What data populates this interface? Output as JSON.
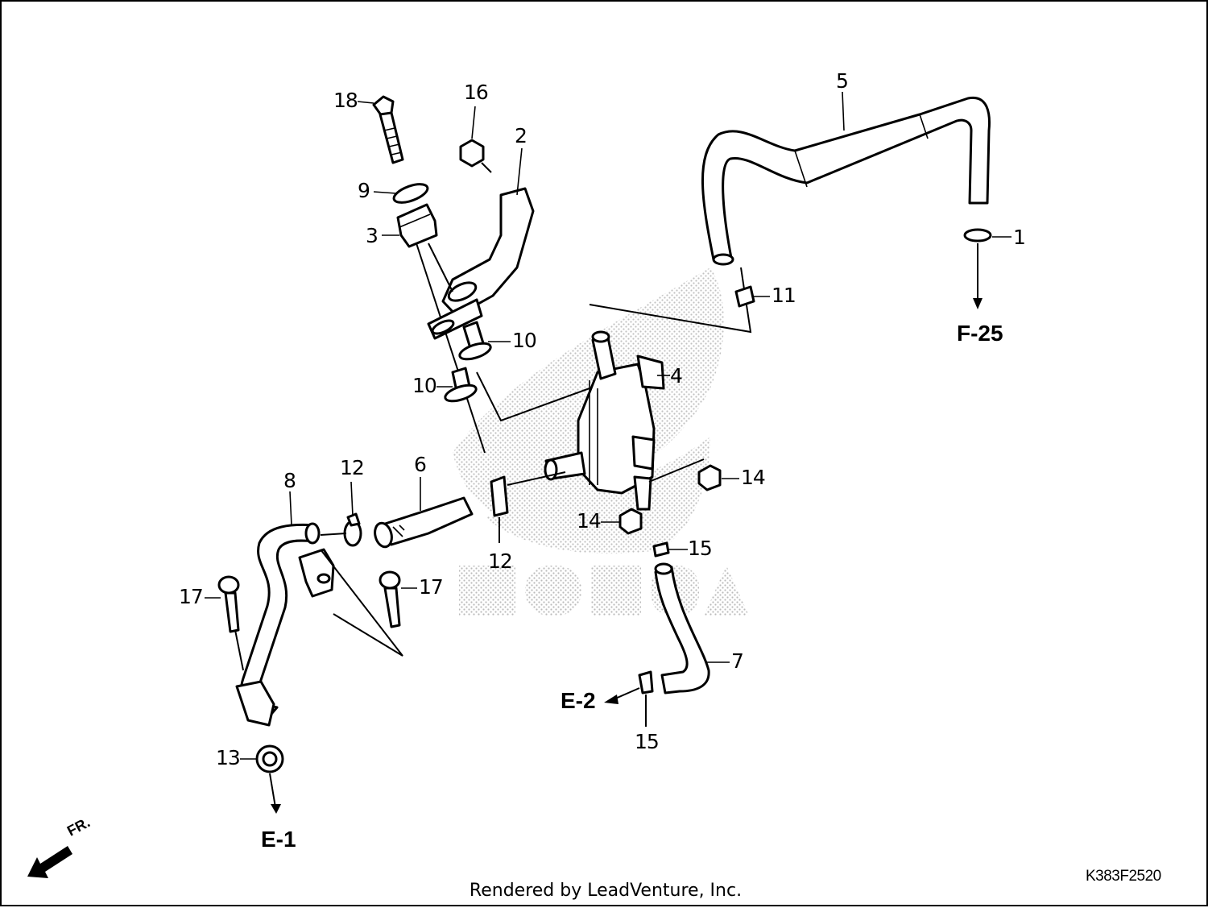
{
  "callouts": {
    "c1": "1",
    "c2": "2",
    "c3": "3",
    "c4": "4",
    "c5": "5",
    "c6": "6",
    "c7": "7",
    "c8": "8",
    "c9": "9",
    "c10a": "10",
    "c10b": "10",
    "c11": "11",
    "c12a": "12",
    "c12b": "12",
    "c13": "13",
    "c14a": "14",
    "c14b": "14",
    "c15a": "15",
    "c15b": "15",
    "c16": "16",
    "c17a": "17",
    "c17b": "17",
    "c18": "18"
  },
  "references": {
    "f25": "F-25",
    "e1": "E-1",
    "e2": "E-2",
    "front": "FR."
  },
  "watermark": "HONDA",
  "diagram_code": "K383F2520",
  "footer": "Rendered by LeadVenture, Inc."
}
